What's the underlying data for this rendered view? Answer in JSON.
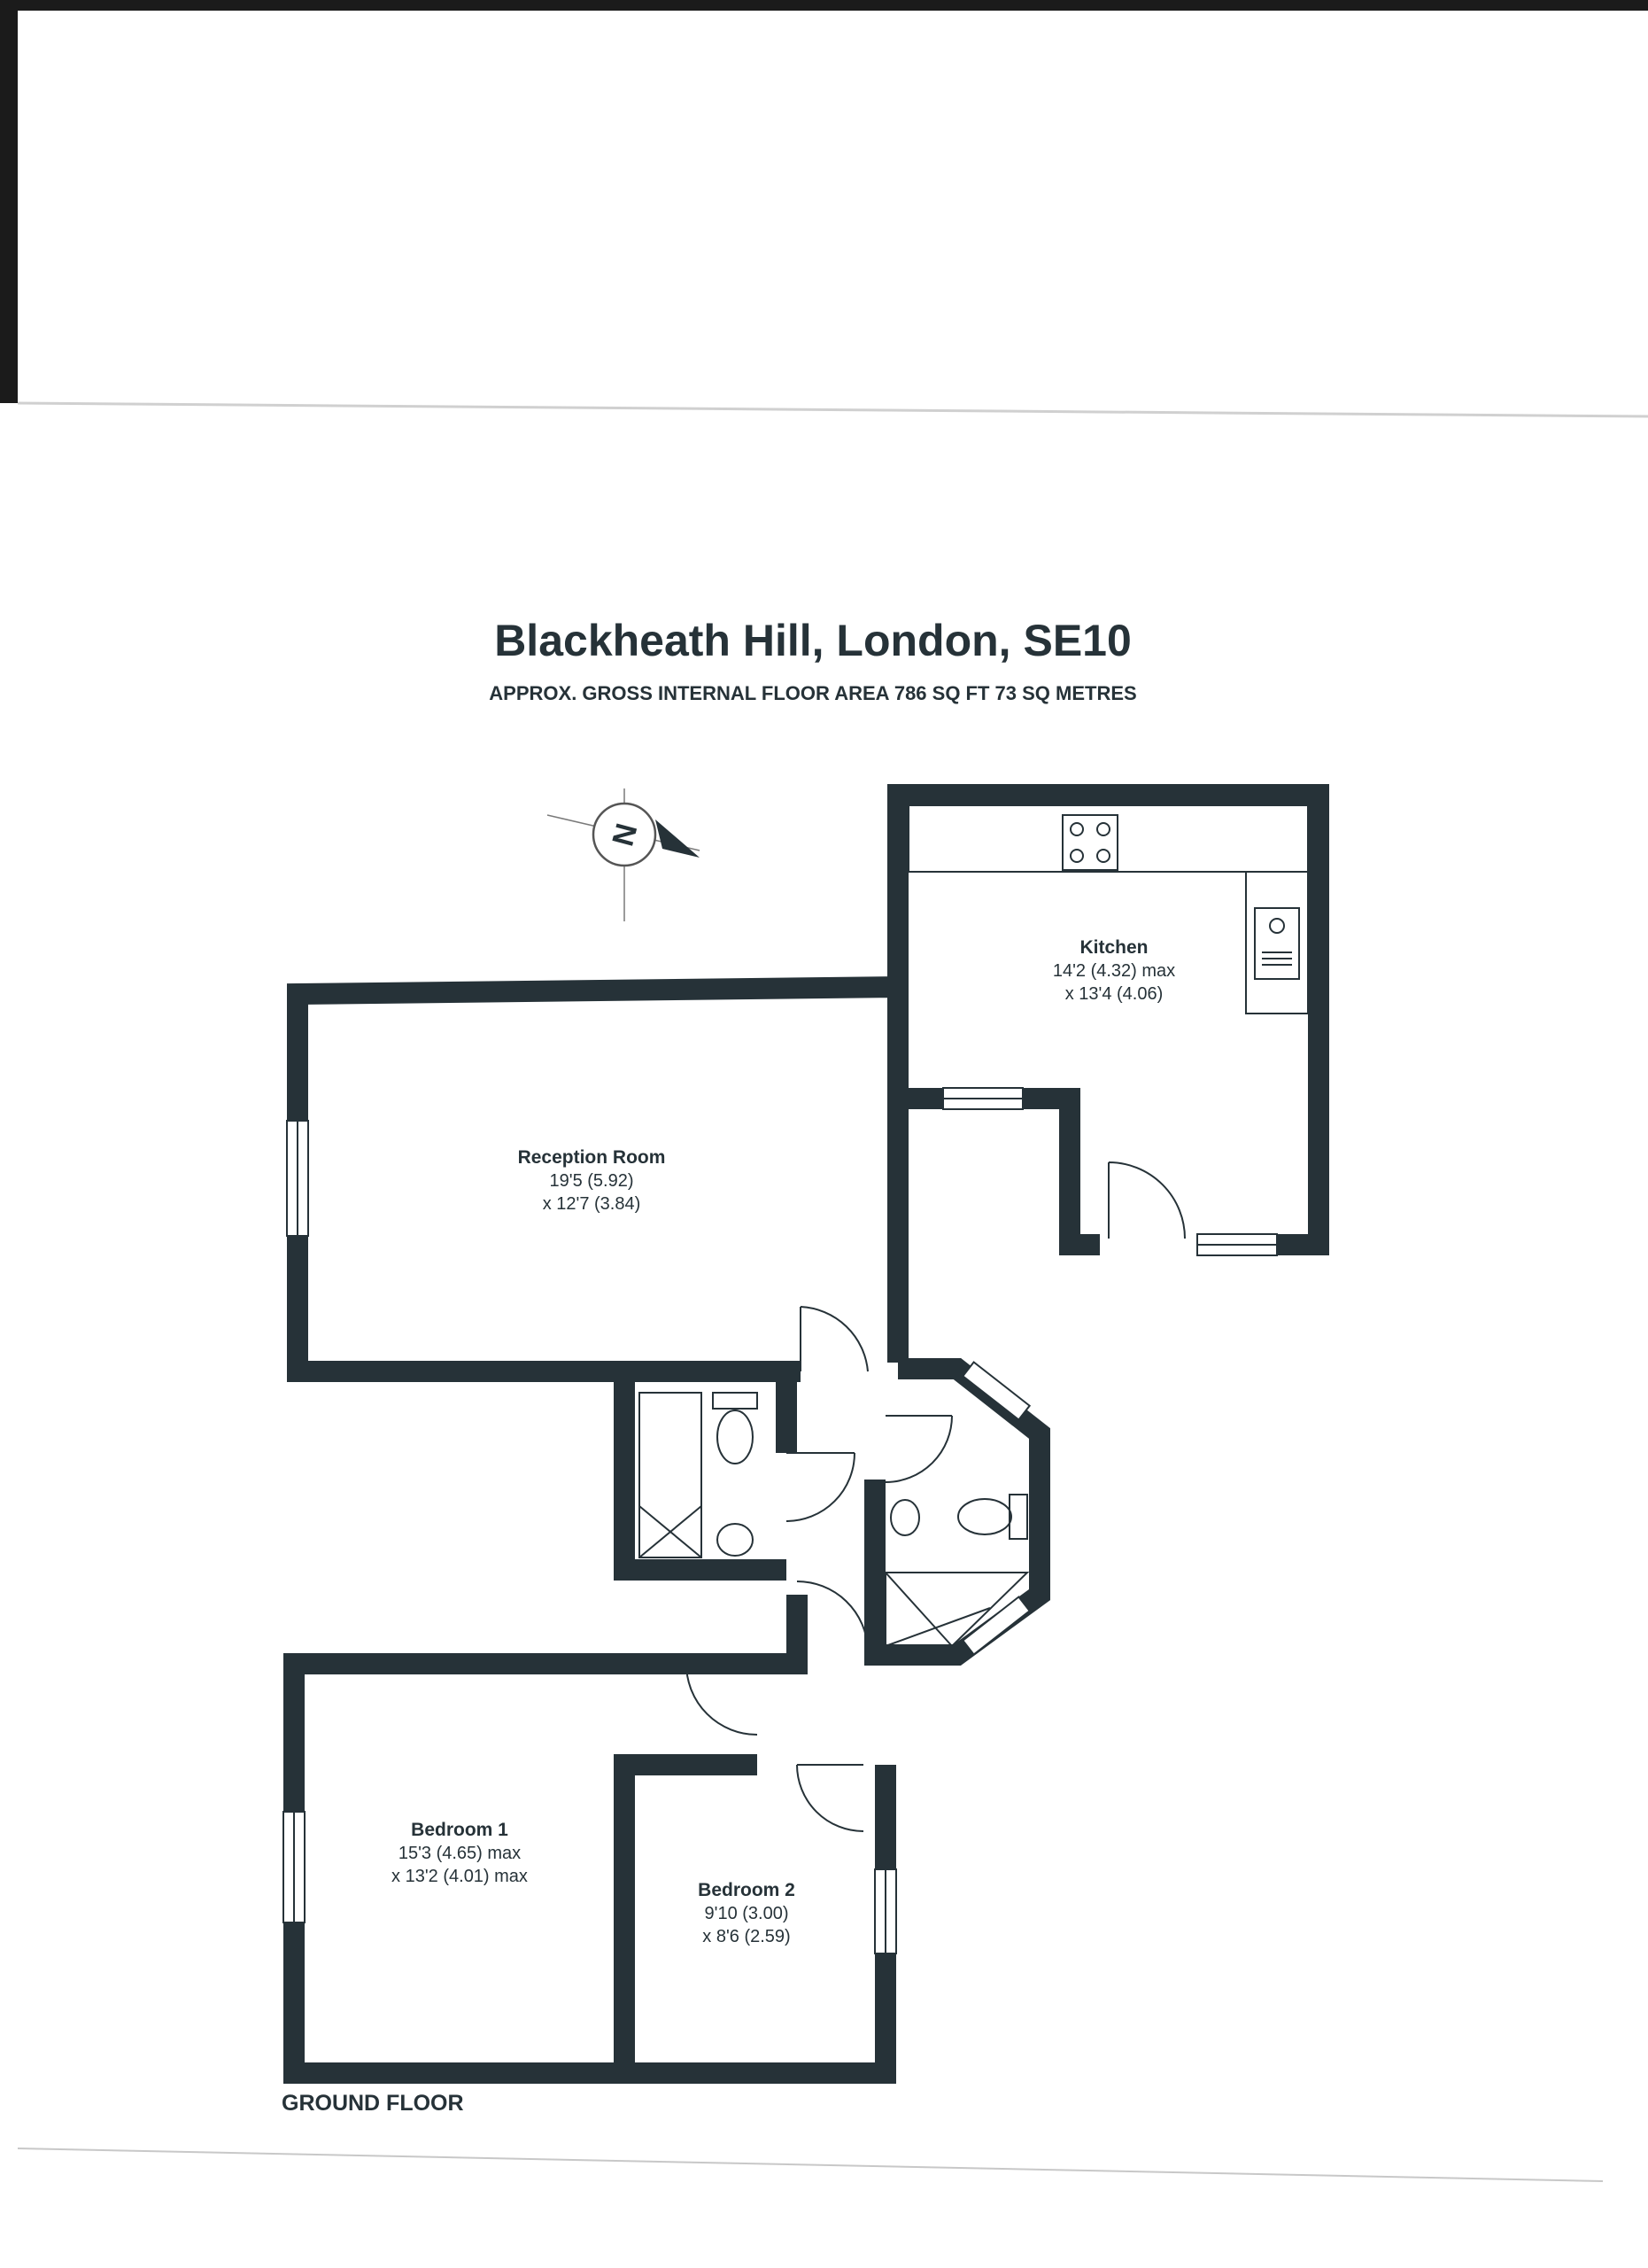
{
  "header": {
    "title": "Blackheath Hill, London, SE10",
    "subtitle": "APPROX. GROSS INTERNAL FLOOR AREA 786 SQ FT 73 SQ METRES"
  },
  "compass": {
    "label": "N"
  },
  "rooms": [
    {
      "name": "Kitchen",
      "dim1": "14'2 (4.32) max",
      "dim2": "x 13'4 (4.06)"
    },
    {
      "name": "Reception Room",
      "dim1": "19'5 (5.92)",
      "dim2": "x 12'7 (3.84)"
    },
    {
      "name": "Bedroom 1",
      "dim1": "15'3 (4.65) max",
      "dim2": "x 13'2 (4.01) max"
    },
    {
      "name": "Bedroom 2",
      "dim1": "9'10 (3.00)",
      "dim2": "x 8'6 (2.59)"
    }
  ],
  "floor_label": "GROUND FLOOR",
  "colors": {
    "wall": "#263238",
    "paper": "#ffffff",
    "scan_edge": "#1b1b1b"
  }
}
